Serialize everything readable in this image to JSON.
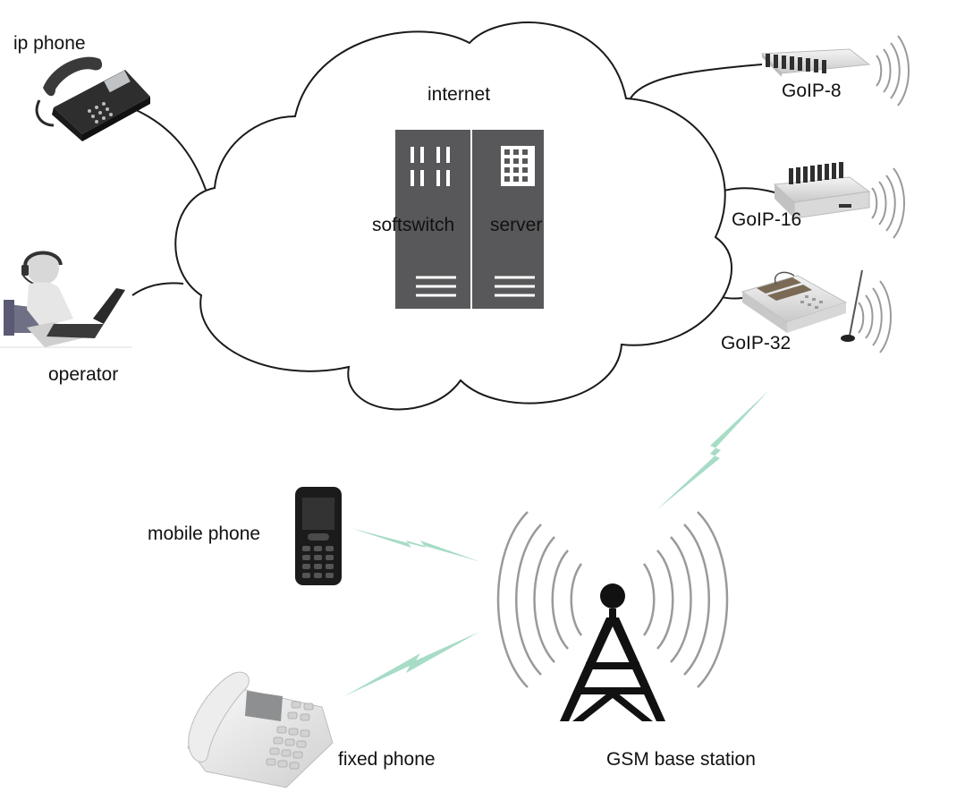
{
  "labels": {
    "ip_phone": "ip phone",
    "operator": "operator",
    "internet": "internet",
    "softswitch": "softswitch",
    "server": "server",
    "goip8": "GoIP-8",
    "goip16": "GoIP-16",
    "goip32": "GoIP-32",
    "mobile_phone": "mobile phone",
    "fixed_phone": "fixed phone",
    "gsm_base_station": "GSM base station"
  },
  "colors": {
    "cloud_stroke": "#1a1a1a",
    "server_fill": "#58585a",
    "link_line": "#1a1a1a",
    "wireless_bolt": "#a7dcc6",
    "radio_wave": "#9a9a9a",
    "tower": "#111111"
  },
  "icons": [
    "ip-phone-icon",
    "operator-icon",
    "softswitch-icon",
    "server-icon",
    "goip8-device-icon",
    "goip16-device-icon",
    "goip32-device-icon",
    "mobile-phone-icon",
    "fixed-phone-icon",
    "gsm-tower-icon"
  ]
}
